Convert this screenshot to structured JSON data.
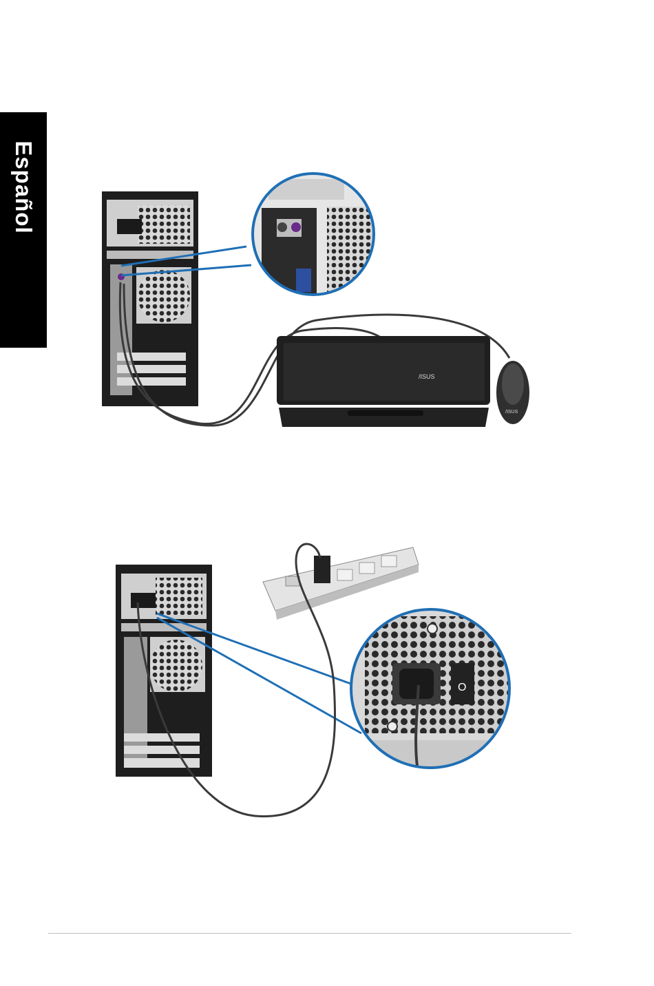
{
  "sidebar": {
    "language_label": "Español"
  },
  "illustration_keyboard_mouse": {
    "keyboard_brand": "/ISUS",
    "mouse_brand": "/ISUS"
  },
  "illustration_power": {
    "switch_label": "O"
  },
  "colors": {
    "tab_background": "#000000",
    "callout_blue": "#1f6fb5",
    "device_dark": "#2b2b2b",
    "footer_rule": "#bdbdbd"
  }
}
